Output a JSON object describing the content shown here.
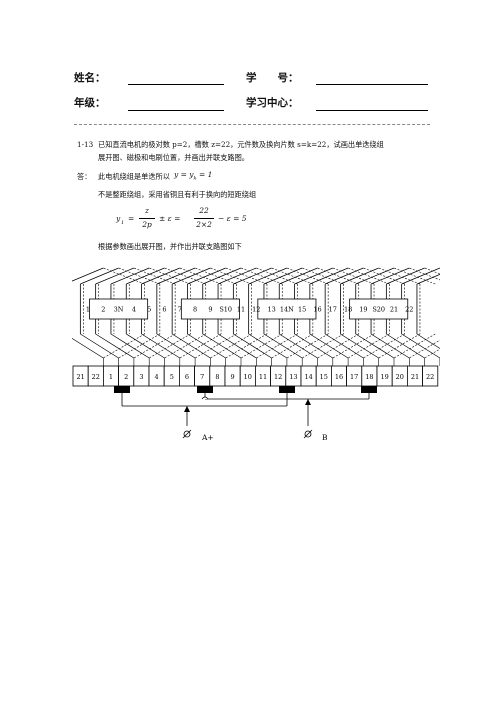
{
  "header": {
    "name_label": "姓名：",
    "id_label": "学　　号：",
    "grade_label": "年级：",
    "center_label": "学习中心："
  },
  "problem": {
    "number": "1-13",
    "line1": "已知直流电机的极对数 p=2，槽数 z=22，元件数及换向片数 s=k=22，试画出单迭绕组",
    "line2": "展开图、磁极和电刷位置，并画出并联支路图。"
  },
  "answer": {
    "label": "答：",
    "line1": "此电机绕组是单迭所以",
    "eq1": "y = y",
    "eq1_sub": "k",
    "eq1_rhs": "= 1",
    "line2": "不是整距绕组，采用省铜且有利于换向的短距绕组",
    "formula": {
      "lhs": "y",
      "lhs_sub": "1",
      "frac1_num": "z",
      "frac1_den": "2p",
      "pm": "± ε =",
      "frac2_num": "22",
      "frac2_den": "2×2",
      "tail": "− ε = 5"
    },
    "line3": "根据参数画出展开图，并作出并联支路图如下"
  },
  "diagram": {
    "slot_labels": [
      "1",
      "2",
      "3N",
      "4",
      "5",
      "6",
      "7",
      "8",
      "9",
      "S10",
      "11",
      "12",
      "13",
      "14N",
      "15",
      "16",
      "17",
      "18",
      "19",
      "S20",
      "21",
      "22"
    ],
    "commutator_labels": [
      "21",
      "22",
      "1",
      "2",
      "3",
      "4",
      "5",
      "6",
      "7",
      "8",
      "9",
      "10",
      "11",
      "12",
      "13",
      "14",
      "15",
      "16",
      "17",
      "18",
      "19",
      "20",
      "21",
      "22"
    ],
    "terminal_a": "A+",
    "terminal_b": "B"
  }
}
